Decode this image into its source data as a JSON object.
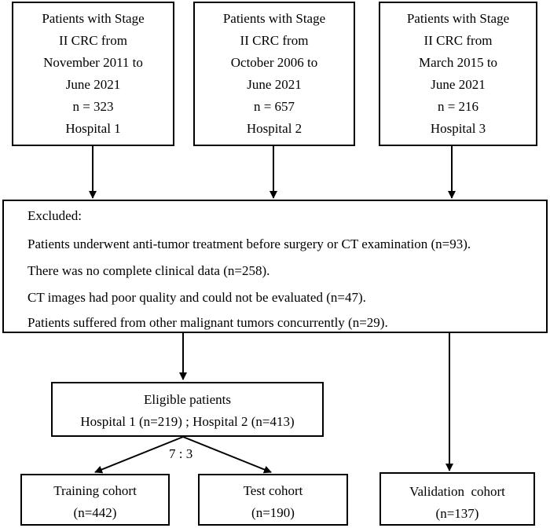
{
  "hospitals": [
    {
      "lines": [
        "Patients with Stage",
        "II CRC from",
        "November 2011 to",
        "June 2021",
        "n = 323",
        "Hospital 1"
      ]
    },
    {
      "lines": [
        "Patients with Stage",
        "II CRC from",
        "October 2006 to",
        "June 2021",
        "n = 657",
        "Hospital 2"
      ]
    },
    {
      "lines": [
        "Patients with Stage",
        "II CRC from",
        "March 2015 to",
        "June 2021",
        "n = 216",
        "Hospital 3"
      ]
    }
  ],
  "excluded": {
    "title": "Excluded:",
    "items": [
      "Patients underwent anti-tumor treatment before surgery or CT examination (n=93).",
      "There was no complete clinical data (n=258).",
      "CT images had poor quality and could not be evaluated (n=47).",
      "Patients suffered from other malignant tumors concurrently (n=29)."
    ]
  },
  "eligible": {
    "title": "Eligible patients",
    "detail": "Hospital 1 (n=219) ; Hospital 2 (n=413)"
  },
  "split_ratio": "7 : 3",
  "cohorts": {
    "training": {
      "label": "Training cohort",
      "n": "(n=442)"
    },
    "test": {
      "label": "Test cohort",
      "n": "(n=190)"
    },
    "validation": {
      "label": "Validation  cohort",
      "n": "(n=137)"
    }
  }
}
